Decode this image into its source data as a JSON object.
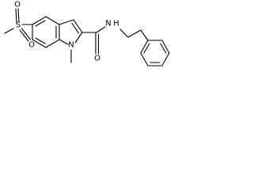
{
  "structure": {
    "atoms": {
      "sulfur": "S",
      "sulfonyl_oxygen_top": "O",
      "sulfonyl_oxygen_bottom": "O",
      "indole_nitrogen": "N",
      "amide_nitrogen": "N",
      "amide_hydrogen": "H",
      "carbonyl_oxygen": "O"
    },
    "colors": {
      "bond": "#000000",
      "label": "#000000",
      "background": "#ffffff"
    }
  }
}
